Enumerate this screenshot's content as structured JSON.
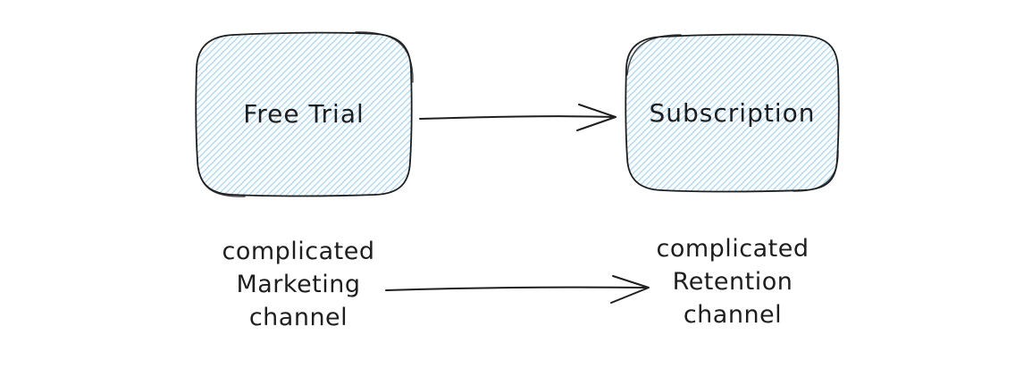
{
  "nodes": [
    {
      "id": "free-trial",
      "label": "Free Trial"
    },
    {
      "id": "subscription",
      "label": "Subscription"
    }
  ],
  "edges": [
    {
      "from": "free-trial",
      "to": "subscription",
      "head": "open-arrow"
    },
    {
      "from": "marketing-channel-label",
      "to": "retention-channel-label",
      "head": "open-arrow"
    }
  ],
  "labels": {
    "marketing": {
      "lines": [
        "complicated",
        "Marketing",
        "channel"
      ]
    },
    "retention": {
      "lines": [
        "complicated",
        "Retention",
        "channel"
      ]
    }
  },
  "colors": {
    "stroke": "#1e1e1e",
    "hatch_fill": "#a5d8ff",
    "background": "#ffffff"
  }
}
